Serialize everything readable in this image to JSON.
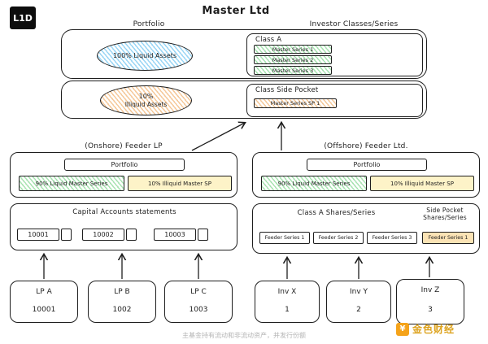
{
  "logo": "L1D",
  "title": "Master Ltd",
  "master": {
    "portfolio_label": "Portfolio",
    "investor_label": "Investor Classes/Series",
    "liquid_ellipse": "100% Liquid Assets",
    "illiquid_line1": "10%",
    "illiquid_line2": "Illiquid Assets",
    "class_a": {
      "label": "Class A",
      "series": [
        "Master Series 1",
        "Master Series 2",
        "Master Series 3"
      ]
    },
    "side_pocket": {
      "label": "Class Side Pocket",
      "series": [
        "Master Series SP 1"
      ]
    }
  },
  "onshore": {
    "title": "(Onshore) Feeder LP",
    "portfolio_label": "Portfolio",
    "liquid": "90% Liquid Master Series",
    "illiquid": "10% Illiquid Master SP"
  },
  "offshore": {
    "title": "(Offshore) Feeder Ltd.",
    "portfolio_label": "Portfolio",
    "liquid": "90% Liquid Master Series",
    "illiquid": "10% Illiquid Master SP"
  },
  "capital_accounts": {
    "title": "Capital Accounts statements",
    "accounts": [
      "10001",
      "10002",
      "10003"
    ]
  },
  "shares": {
    "class_a_label": "Class A Shares/Series",
    "side_pocket_label_line1": "Side Pocket",
    "side_pocket_label_line2": "Shares/Series",
    "feeder_series": [
      "Feeder Series 1",
      "Feeder Series 2",
      "Feeder Series 3"
    ],
    "side_pocket_series": "Feeder Series 1"
  },
  "lps": [
    {
      "name": "LP A",
      "account": "10001"
    },
    {
      "name": "LP B",
      "account": "1002"
    },
    {
      "name": "LP C",
      "account": "1003"
    }
  ],
  "investors": [
    {
      "name": "Inv X",
      "account": "1"
    },
    {
      "name": "Inv Y",
      "account": "2"
    },
    {
      "name": "Inv Z",
      "account": "3"
    }
  ],
  "footer": {
    "caption": "主基金持有流动和非流动资产，并发行份额",
    "watermark": "金色财经",
    "watermark_icon": "¥"
  },
  "colors": {
    "stroke": "#1e1e1e",
    "green": "#a9e3b2",
    "blue": "#9ad6f5",
    "orange": "#f5c99b",
    "yellow": "#fdf3c8",
    "gold": "#dda31f"
  }
}
